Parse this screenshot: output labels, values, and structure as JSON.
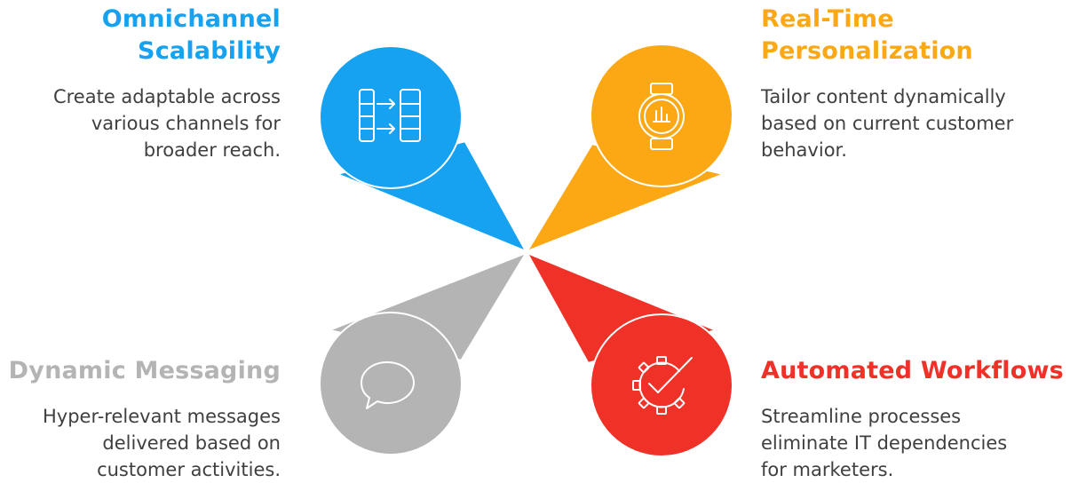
{
  "colors": {
    "blue": "#16a2f1",
    "orange": "#fca815",
    "gray": "#b4b4b4",
    "red": "#ef3128",
    "text": "#3f3f3f"
  },
  "items": [
    {
      "title_line1": "Omnichannel",
      "title_line2": "Scalability",
      "desc_line1": "Create adaptable across",
      "desc_line2": "various channels for",
      "desc_line3": "broader reach.",
      "icon": "table-arrows-icon"
    },
    {
      "title_line1": "Real-Time",
      "title_line2": "Personalization",
      "desc_line1": "Tailor content dynamically",
      "desc_line2": "based on current customer",
      "desc_line3": "behavior.",
      "icon": "smartwatch-icon"
    },
    {
      "title_line1": "Dynamic Messaging",
      "desc_line1": "Hyper-relevant messages",
      "desc_line2": "delivered based on",
      "desc_line3": "customer activities.",
      "icon": "speech-bubble-icon"
    },
    {
      "title_line1": "Automated Workflows",
      "desc_line1": "Streamline processes",
      "desc_line2": "eliminate IT dependencies",
      "desc_line3": "for marketers.",
      "icon": "gear-check-icon"
    }
  ]
}
